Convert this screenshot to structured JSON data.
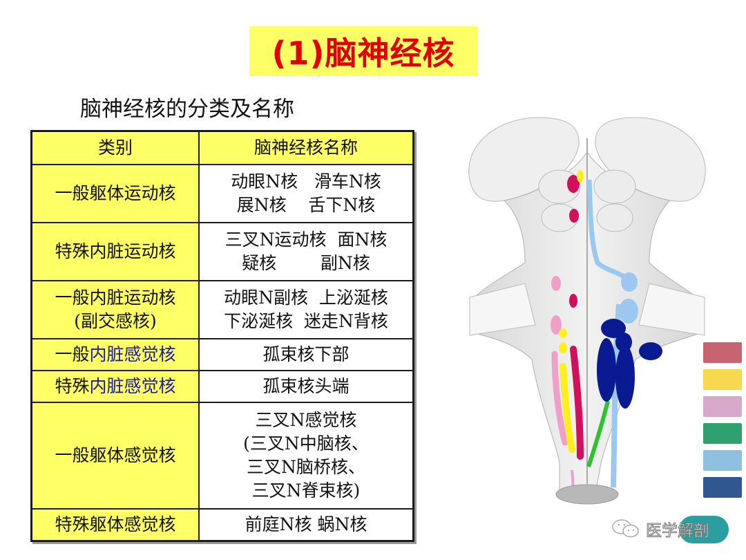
{
  "slide": {
    "title": "(1)脑神经核",
    "subtitle": "脑神经核的分类及名称"
  },
  "table": {
    "headers": [
      "类别",
      "脑神经核名称"
    ],
    "rows": [
      {
        "category": [
          "一般躯体运动核"
        ],
        "names": [
          "动眼N核   滑车N核",
          "展N核    舌下N核"
        ]
      },
      {
        "category": [
          "特殊内脏运动核"
        ],
        "names": [
          "三叉N运动核  面N核",
          "疑核        副N核"
        ]
      },
      {
        "category": [
          "一般内脏运动核",
          "(副交感核)"
        ],
        "names": [
          "动眼N副核  上泌涎核",
          "下泌涎核  迷走N背核"
        ]
      },
      {
        "category_prefix": "一般",
        "category_highlight": "内脏感觉核",
        "names": [
          "孤束核下部"
        ]
      },
      {
        "category_prefix": "特殊",
        "category_highlight": "内脏感觉核",
        "names": [
          "孤束核头端"
        ]
      },
      {
        "category": [
          "一般躯体感觉核"
        ],
        "names": [
          "三叉N感觉核",
          "(三叉N中脑核、",
          "三叉N脑桥核、",
          "三叉N脊束核)"
        ]
      },
      {
        "category": [
          "特殊躯体感觉核"
        ],
        "names": [
          "前庭N核  蜗N核"
        ]
      }
    ]
  },
  "legend": {
    "swatches": [
      {
        "color": "#c86470"
      },
      {
        "color": "#f8d850"
      },
      {
        "color": "#d8a8c8"
      },
      {
        "color": "#30a070"
      },
      {
        "color": "#90c0e0"
      },
      {
        "color": "#305890"
      }
    ]
  },
  "nuclei_colors": {
    "magenta": "#d0105a",
    "yellow": "#ffee20",
    "pink": "#f0a0c8",
    "green": "#30c030",
    "light_blue": "#9cc8f0",
    "dark_blue": "#0a1a90"
  },
  "watermark": {
    "text": "医学解剖"
  },
  "colors": {
    "title_bg": "#ffff66",
    "title_text": "#e00000",
    "highlight_text": "#1a1aa0"
  }
}
